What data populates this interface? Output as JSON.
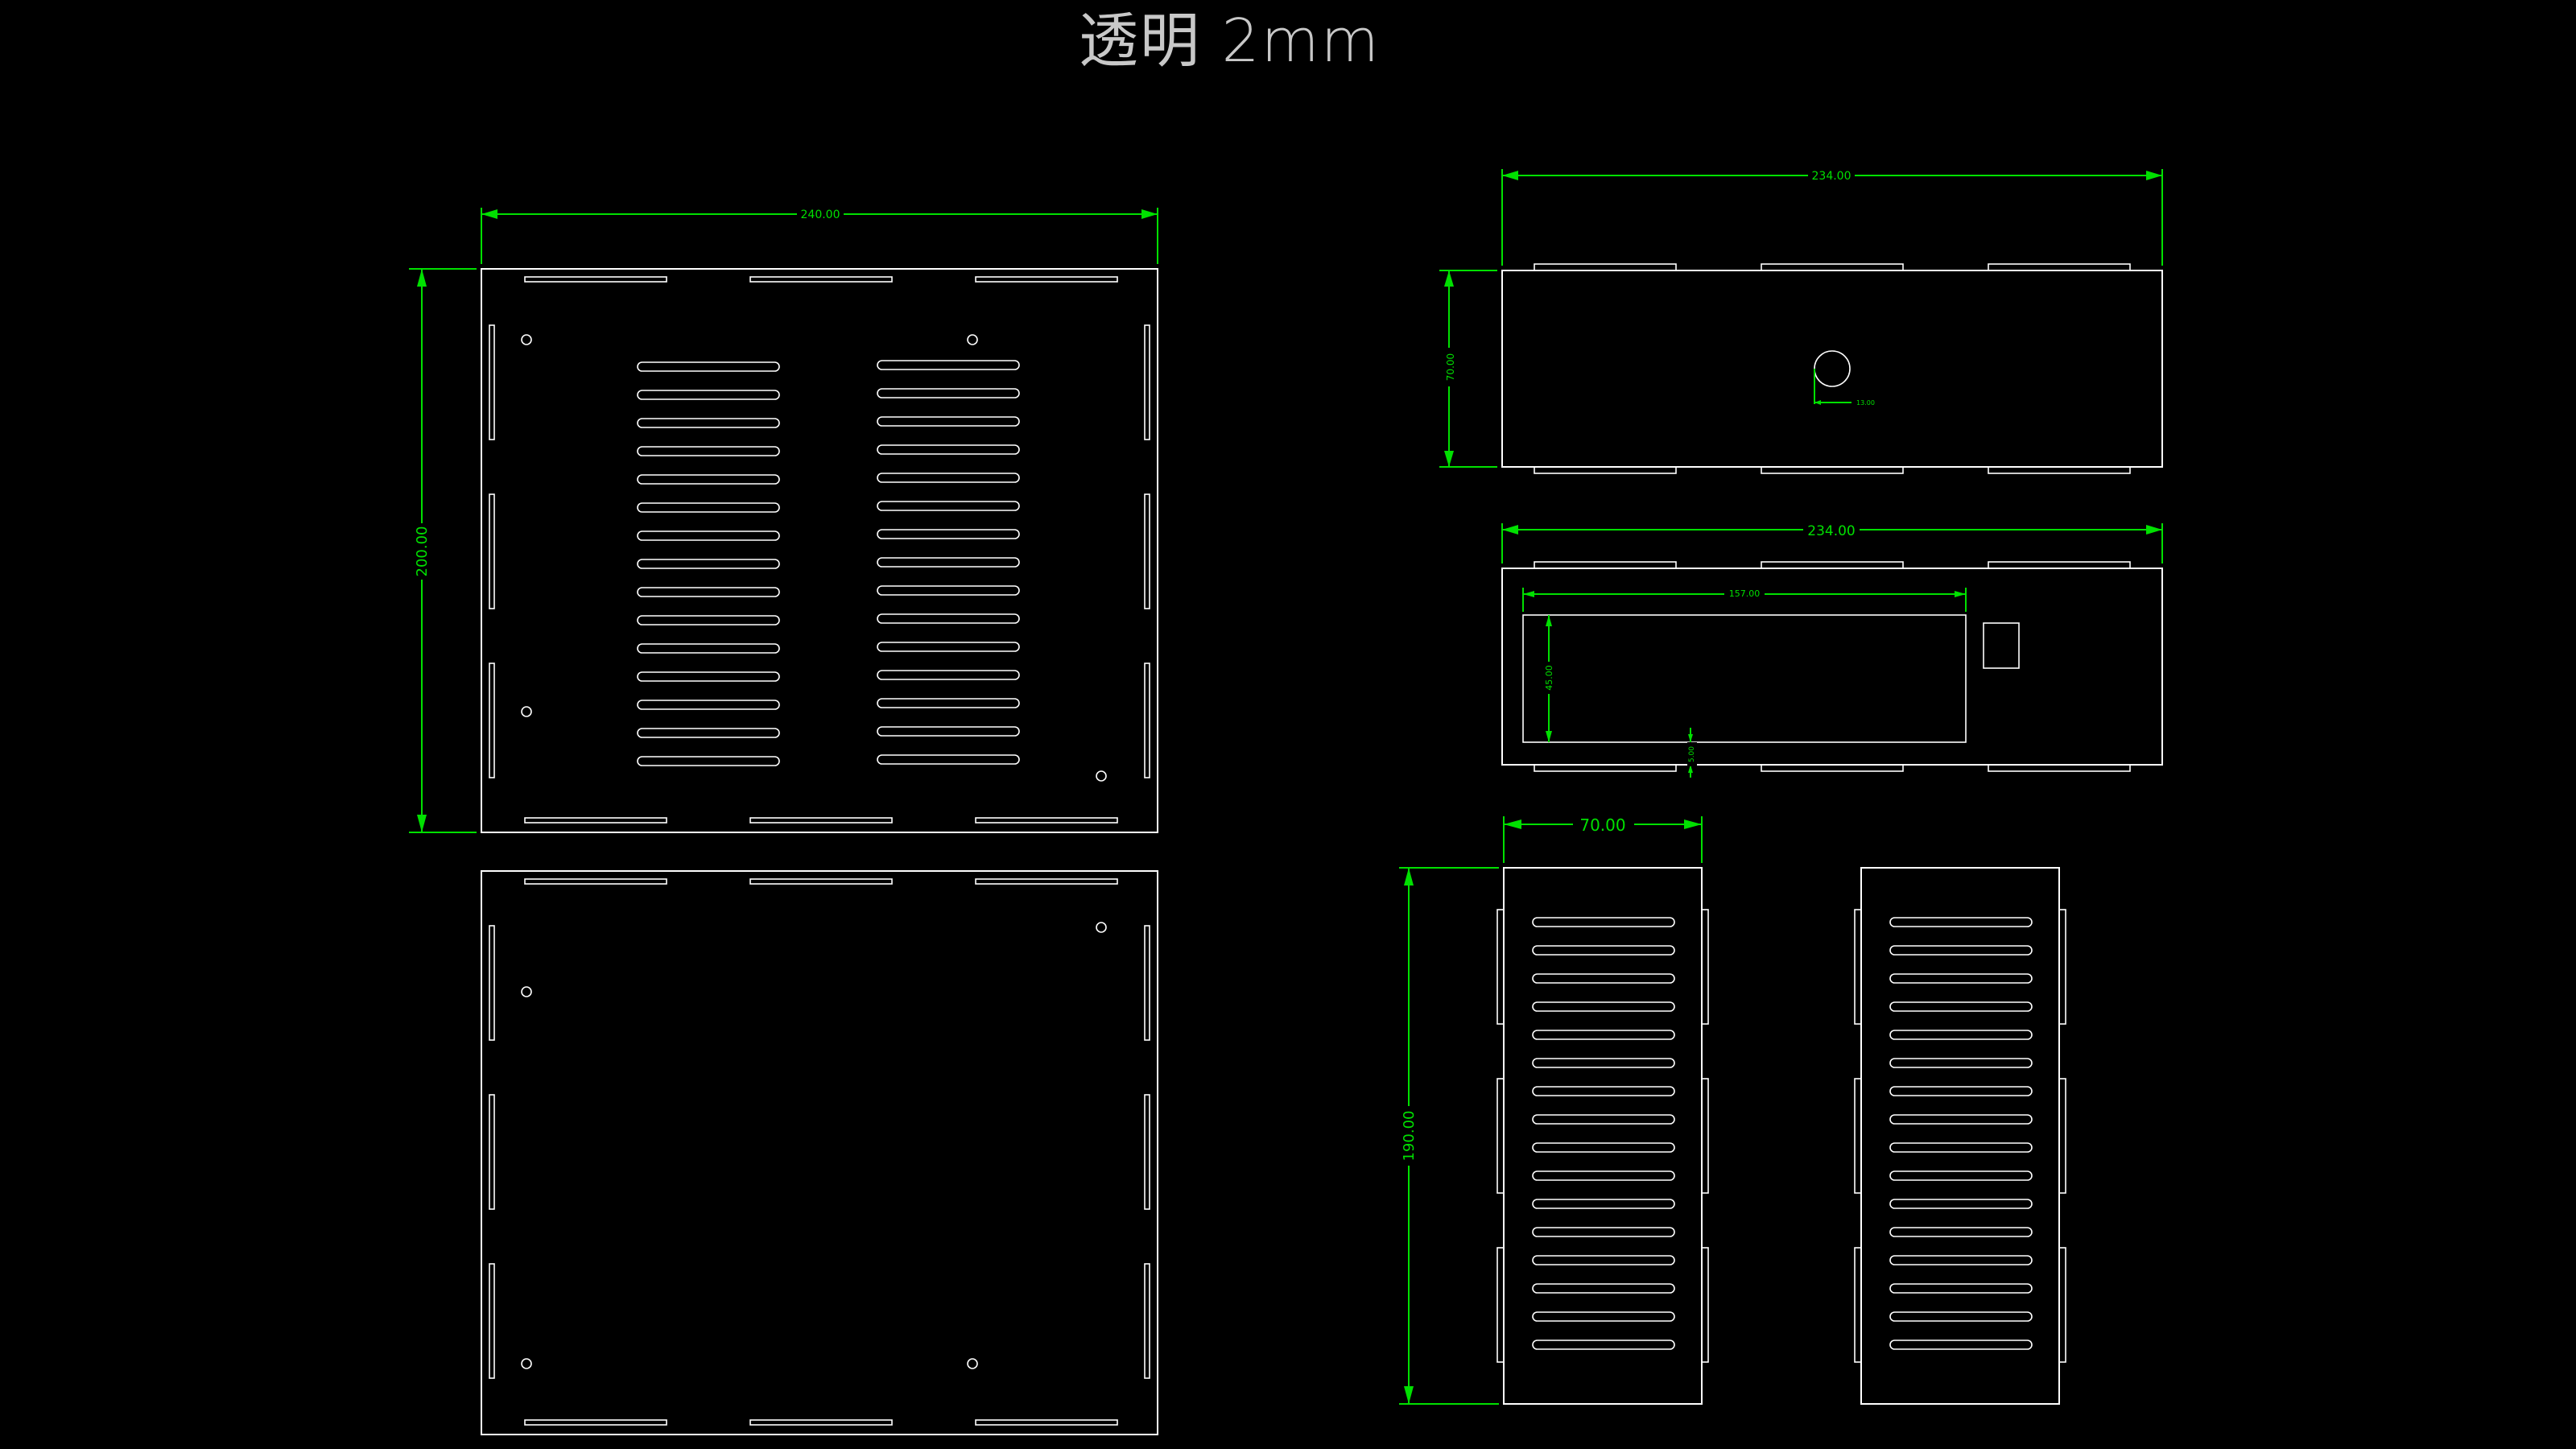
{
  "drawing": {
    "title": "透明 2mm",
    "colors": {
      "background": "#000000",
      "outline": "#ffffff",
      "dimension": "#00e000",
      "title": "#c8c8c8"
    },
    "dimensions": {
      "top_panel_width": "240.00",
      "top_panel_height": "200.00",
      "side_panel_width": "234.00",
      "side_panel_height": "70.00",
      "hole_diameter": "13.00",
      "front_panel_width": "234.00",
      "window_width": "157.00",
      "window_height": "45.00",
      "window_offset": "5.00",
      "end_panel_width": "70.00",
      "end_panel_height": "190.00"
    }
  }
}
